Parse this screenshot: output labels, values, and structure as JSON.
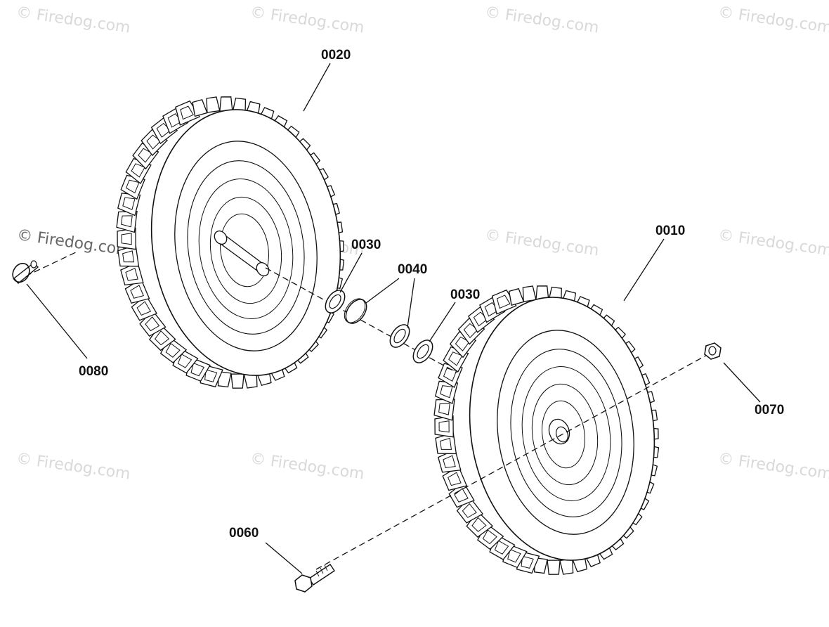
{
  "watermark": "© Firedog.com",
  "callouts": {
    "p0010": "0010",
    "p0020": "0020",
    "p0030_a": "0030",
    "p0030_b": "0030",
    "p0040": "0040",
    "p0060": "0060",
    "p0070": "0070",
    "p0080": "0080"
  },
  "colors": {
    "ink": "#111111",
    "watermark": "#d9d9d9",
    "background": "#ffffff"
  }
}
